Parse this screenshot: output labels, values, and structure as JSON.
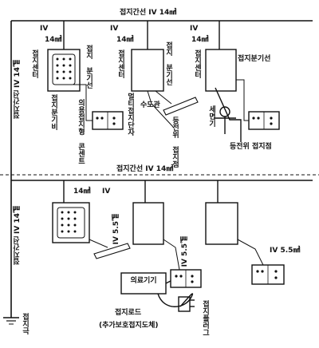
{
  "top": {
    "trunk_label": "접지간선 IV 14㎟",
    "side_trunk_label": "접지간선 IV 14㎟",
    "branches": [
      {
        "wire": "IV",
        "size": "14㎟",
        "center": "접지센터",
        "branch": "접지 분기선",
        "device": "의용접지형 콘센트",
        "box_note": "접지분기비"
      },
      {
        "wire": "IV",
        "size": "14㎟",
        "center": "접지센터",
        "branch": "접지 분기선",
        "extra": "수도관",
        "terminal": "멀티접지단자",
        "eq_point": "등전위 접지점"
      },
      {
        "wire": "IV",
        "size": "14㎟",
        "center": "접지센터",
        "branch": "접지분기선",
        "washbasin": "세면기",
        "eq_point": "등전위 접지점"
      }
    ]
  },
  "bottom": {
    "trunk_label": "접지간선 IV 14㎟",
    "side_trunk_label": "접지간선 IV 14㎟",
    "branch1": {
      "size": "14㎟",
      "wire": "IV"
    },
    "branch_wire_1": "IV 5.5㎟",
    "branch_wire_2": "IV 5.5㎟",
    "branch_wire_3": "IV 5.5㎟",
    "medical_device": "의료기기",
    "ground_cord": "접지로드",
    "ground_cord_note": "(추가보호접지도체)",
    "plug": "접지플러그",
    "earth": "접지극"
  }
}
